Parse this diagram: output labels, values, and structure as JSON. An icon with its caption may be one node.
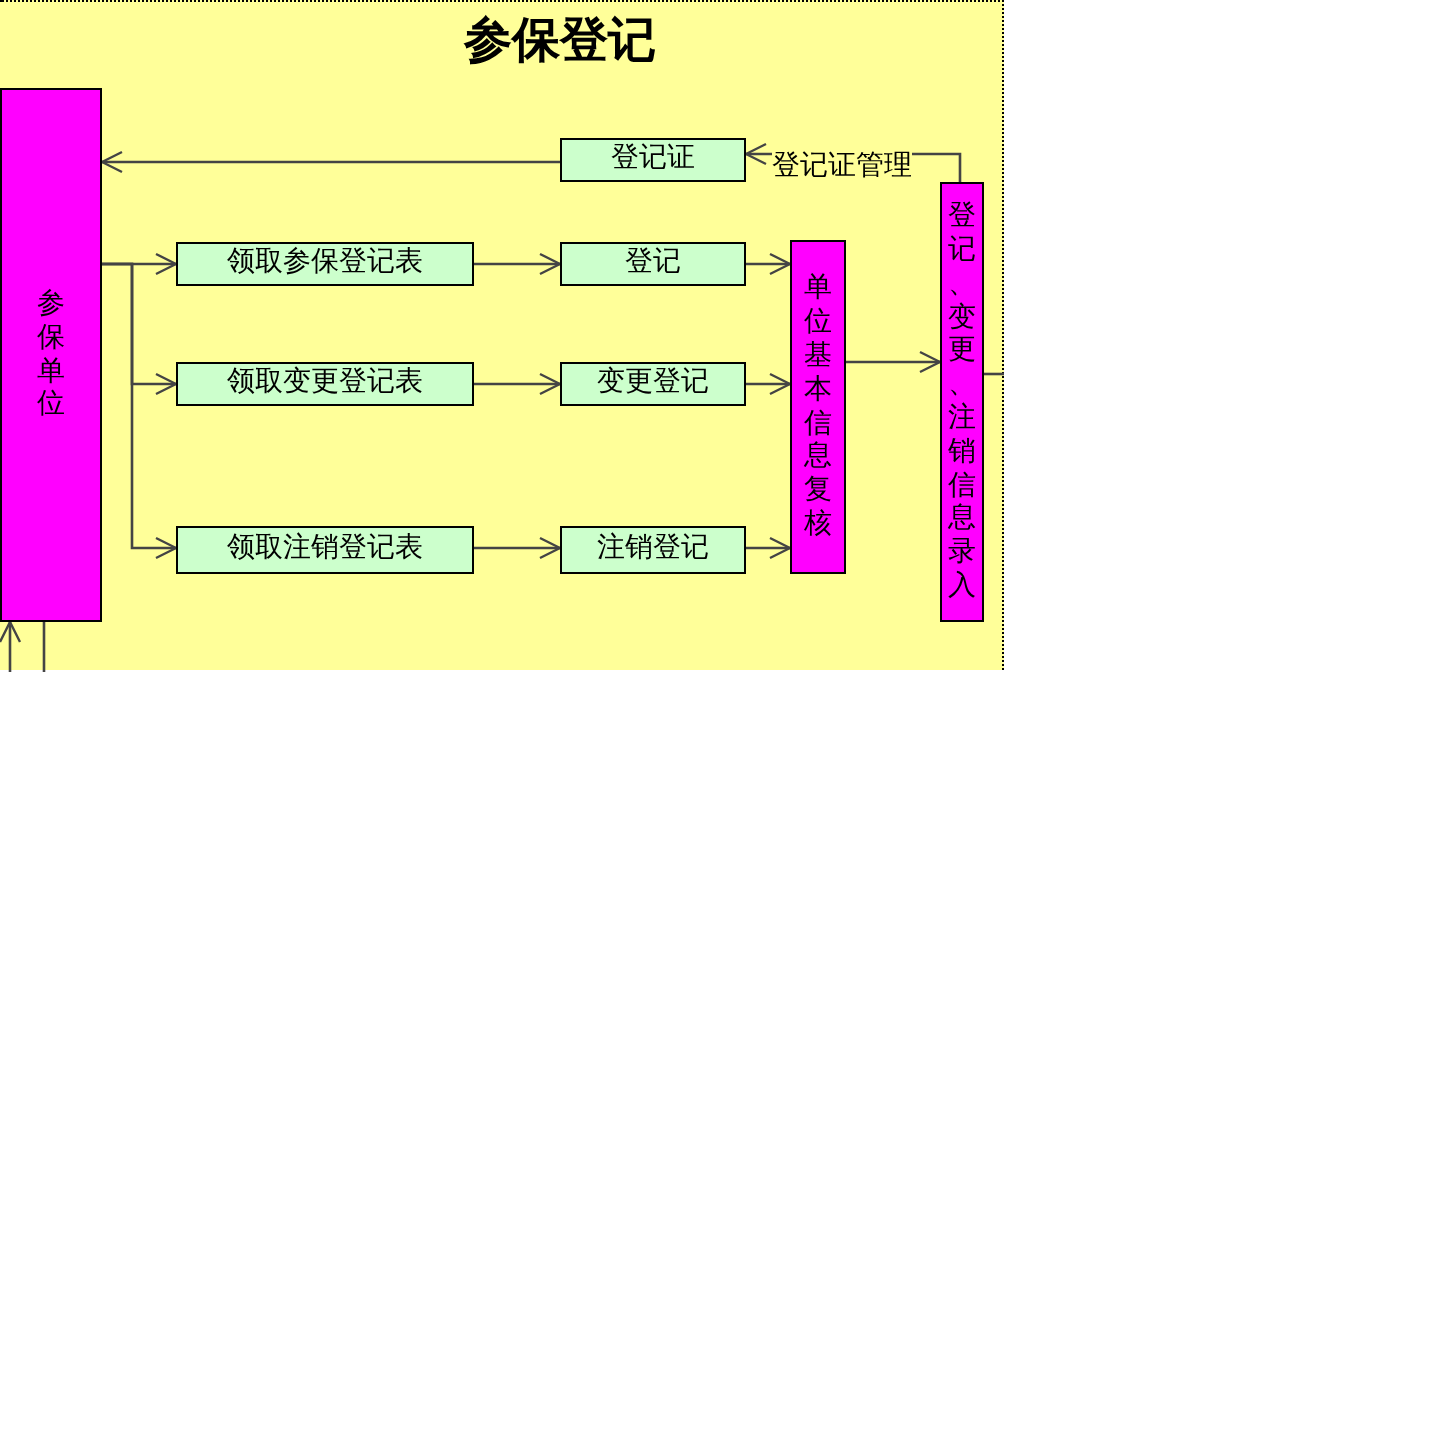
{
  "diagram": {
    "title": "参保登记",
    "nodes": [
      {
        "text": [
          "参保单位"
        ]
      },
      {
        "text": [
          "登记证"
        ]
      },
      {
        "text": [
          "领取参保登记表"
        ]
      },
      {
        "text": [
          "登记"
        ]
      },
      {
        "text": [
          "领取变更登记表"
        ]
      },
      {
        "text": [
          "变更登记"
        ]
      },
      {
        "text": [
          "领取注销登记表"
        ]
      },
      {
        "text": [
          "注销登记"
        ]
      },
      {
        "text": [
          "单位基本信息复核"
        ]
      },
      {
        "text": [
          "登记、变更、注销信息录入"
        ]
      }
    ],
    "edges": [
      {
        "from": 9,
        "to": 1,
        "arrow": "to",
        "label": "登记证管理"
      },
      {
        "from": 1,
        "to": 0,
        "arrow": "to"
      },
      {
        "from": 0,
        "to": 2,
        "arrow": "to"
      },
      {
        "from": 0,
        "to": 4,
        "arrow": "to"
      },
      {
        "from": 0,
        "to": 6,
        "arrow": "to"
      },
      {
        "from": 2,
        "to": 3,
        "arrow": "to"
      },
      {
        "from": 4,
        "to": 5,
        "arrow": "to"
      },
      {
        "from": 6,
        "to": 7,
        "arrow": "to"
      },
      {
        "from": 3,
        "to": 8,
        "arrow": "to"
      },
      {
        "from": 5,
        "to": 8,
        "arrow": "to"
      },
      {
        "from": 7,
        "to": 8,
        "arrow": "to"
      },
      {
        "from": 8,
        "to": 9,
        "arrow": "to"
      },
      {
        "from": 9,
        "to": null,
        "arrow": "none"
      },
      {
        "from": null,
        "to": 0,
        "arrow": "to"
      },
      {
        "from": 0,
        "to": null,
        "arrow": "none"
      }
    ]
  }
}
